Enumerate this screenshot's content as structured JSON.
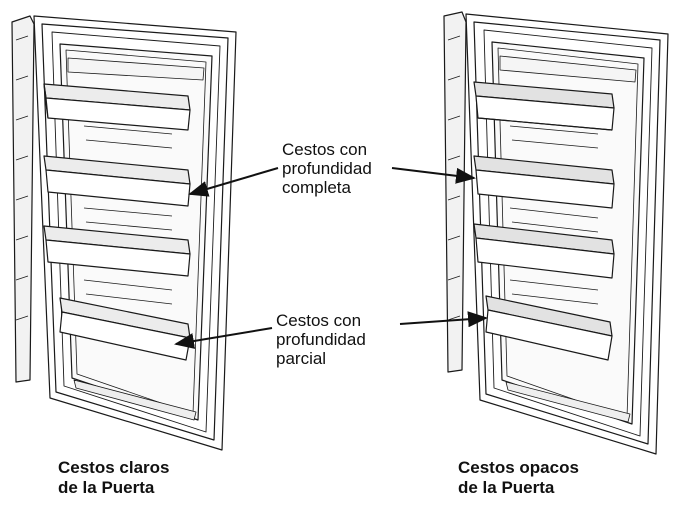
{
  "labels": {
    "full_depth": [
      "Cestos con",
      "profundidad",
      "completa"
    ],
    "partial_depth": [
      "Cestos con",
      "profundidad",
      "parcial"
    ]
  },
  "captions": {
    "clear": [
      "Cestos claros",
      "de la Puerta"
    ],
    "opaque": [
      "Cestos opacos",
      "de la Puerta"
    ]
  },
  "colors": {
    "stroke": "#1a1a1a",
    "fill": "#ffffff",
    "shade": "#e6e6e6"
  }
}
